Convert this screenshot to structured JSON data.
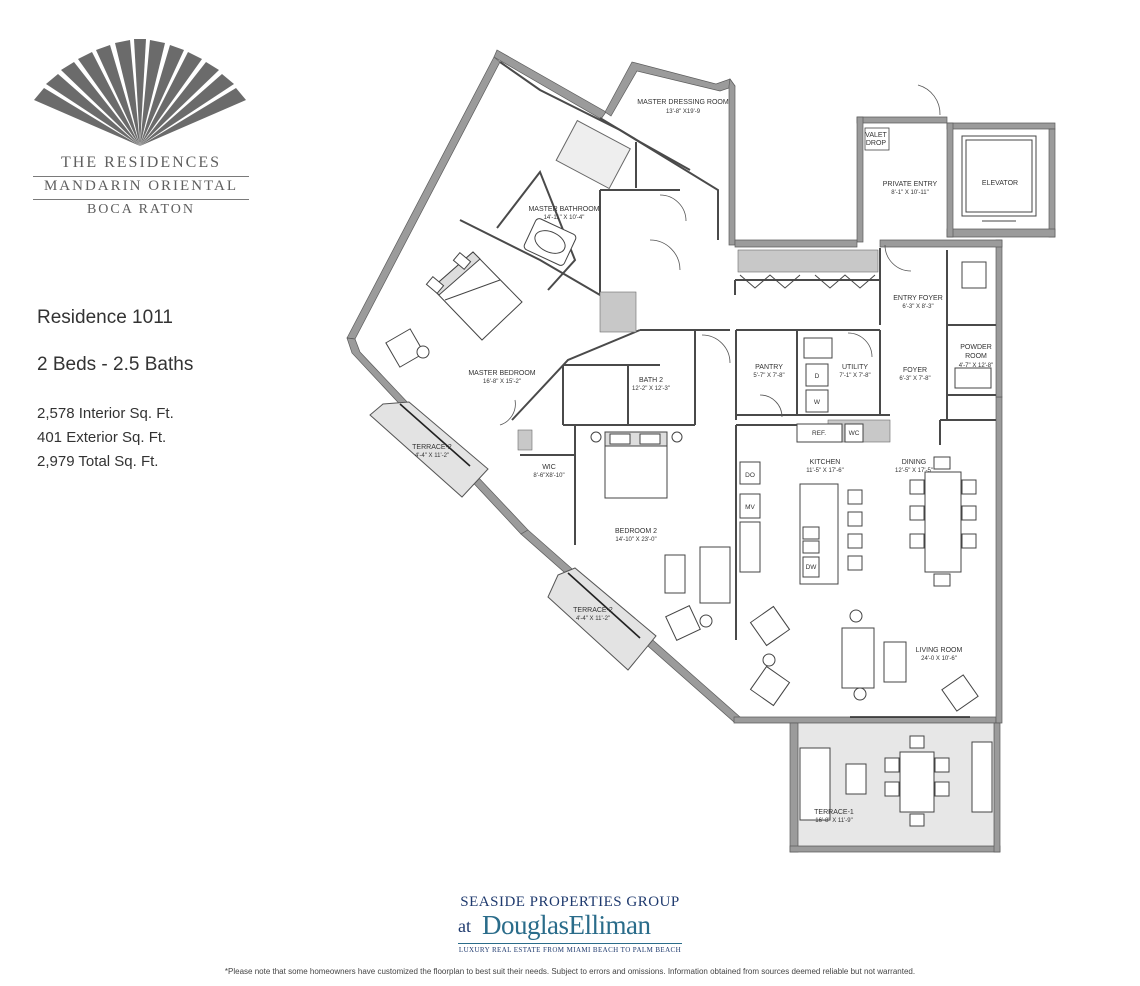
{
  "brand": {
    "line1": "THE RESIDENCES",
    "line2": "MANDARIN ORIENTAL",
    "line3": "BOCA RATON"
  },
  "residence": {
    "title": "Residence 1011",
    "beds_baths": "2 Beds - 2.5 Baths",
    "interior": "2,578 Interior Sq. Ft.",
    "exterior": "401 Exterior Sq. Ft.",
    "total": "2,979 Total Sq. Ft."
  },
  "rooms": {
    "master_dressing": {
      "name": "MASTER DRESSING ROOM",
      "dims": "13'-8\" X19'-9"
    },
    "master_bath": {
      "name": "MASTER BATHROOM",
      "dims": "14'-11\" X 10'-4\""
    },
    "master_bed": {
      "name": "MASTER BEDROOM",
      "dims": "16'-8\" X 15'-2\""
    },
    "terrace2_left": {
      "name": "TERRACE-2",
      "dims": "4'-4\" X 11'-2\""
    },
    "bath2": {
      "name": "BATH 2",
      "dims": "12'-2\" X 12'-3\""
    },
    "wic": {
      "name": "WIC",
      "dims": "8'-6\"X8'-10\""
    },
    "bedroom2": {
      "name": "BEDROOM 2",
      "dims": "14'-10\" X 23'-0\""
    },
    "terrace2_mid": {
      "name": "TERRACE-2",
      "dims": "4'-4\" X 11'-2\""
    },
    "pantry": {
      "name": "PANTRY",
      "dims": "5'-7\" X 7'-8\""
    },
    "utility": {
      "name": "UTILITY",
      "dims": "7'-1\" X 7'-8\""
    },
    "kitchen": {
      "name": "KITCHEN",
      "dims": "11'-5\" X 17'-6\""
    },
    "dining": {
      "name": "DINING",
      "dims": "12'-5\" X 17'-5\""
    },
    "living": {
      "name": "LIVING ROOM",
      "dims": "24'-0 X 10'-6\""
    },
    "terrace1": {
      "name": "TERRACE-1",
      "dims": "16'-8\" X 11'-9\""
    },
    "private_entry": {
      "name": "PRIVATE ENTRY",
      "dims": "8'-1\" X 10'-11\""
    },
    "valet_drop_1": "VALET",
    "valet_drop_2": "DROP",
    "elevator": {
      "name": "ELEVATOR"
    },
    "entry_foyer": {
      "name": "ENTRY FOYER",
      "dims": "6'-3\" X 8'-3\""
    },
    "foyer": {
      "name": "FOYER",
      "dims": "6'-3\" X 7'-8\""
    },
    "powder_1": "POWDER",
    "powder_2": "ROOM",
    "powder_dims": "4'-7\" X 12'-8\""
  },
  "appliances": {
    "ref": "REF.",
    "wc": "WC",
    "do": "DO",
    "mv": "MV",
    "dw": "DW",
    "dryer": "D",
    "washer": "W"
  },
  "footer": {
    "seaside": "SEASIDE PROPERTIES GROUP",
    "at": "at",
    "company": "DouglasElliman",
    "tagline": "LUXURY REAL ESTATE FROM MIAMI BEACH TO PALM BEACH",
    "disclaimer": "*Please note that some homeowners have customized the floorplan to best suit their needs. Subject to errors and omissions. Information obtained from sources deemed reliable but not warranted."
  }
}
